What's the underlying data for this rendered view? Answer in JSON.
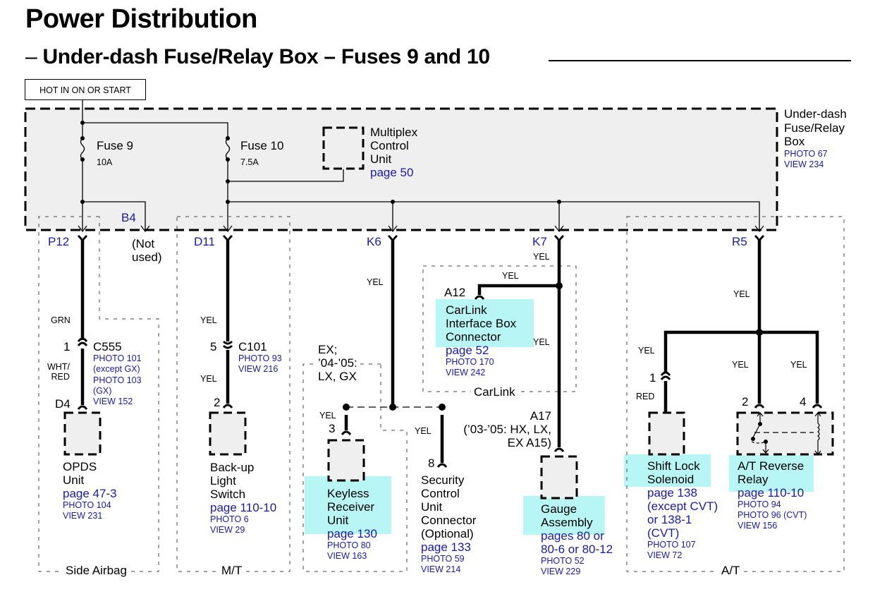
{
  "header": {
    "title": "Power Distribution",
    "subtitle_prefix": "–",
    "subtitle": "Under-dash Fuse/Relay Box – Fuses 9 and 10",
    "hot_label": "HOT IN ON OR START"
  },
  "fuse_box": {
    "name_lines": [
      "Under-dash",
      "Fuse/Relay",
      "Box"
    ],
    "photo": "PHOTO 67",
    "view": "VIEW 234",
    "fuses": [
      {
        "name": "Fuse 9",
        "rating": "10A",
        "highlight": false
      },
      {
        "name": "Fuse 10",
        "rating": "7.5A",
        "highlight": true,
        "highlight_color": "#f0ea3c"
      }
    ],
    "multiplex": {
      "lines": [
        "Multiplex",
        "Control",
        "Unit"
      ],
      "page": "page 50"
    }
  },
  "terminals": {
    "p12": "P12",
    "b4": "B4",
    "d11": "D11",
    "k6": "K6",
    "k7": "K7",
    "r5": "R5",
    "not_used": [
      "(Not",
      "used)"
    ]
  },
  "groups": {
    "side_airbag": "Side Airbag",
    "mt": "M/T",
    "carlink": "CarLink",
    "at": "A/T",
    "ex_option": [
      "EX;",
      "’04-’05:",
      "LX, GX"
    ]
  },
  "wire_colors": {
    "grn": "GRN",
    "wht_red": [
      "WHT/",
      "RED"
    ],
    "yel": "YEL",
    "red": "RED"
  },
  "connectors": {
    "c555": {
      "name": "C555",
      "pin": "1",
      "refs": [
        "PHOTO 101",
        "(except GX)",
        "PHOTO 103",
        "(GX)",
        "VIEW 152"
      ]
    },
    "c101": {
      "name": "C101",
      "pin": "5",
      "refs": [
        "PHOTO 93",
        "VIEW 216"
      ]
    },
    "d4": "D4",
    "a12": "A12",
    "a17": [
      "A17",
      "(’03-’05: HX, LX,",
      "EX A15)"
    ]
  },
  "components": {
    "opds": {
      "lines": [
        "OPDS",
        "Unit"
      ],
      "page": "page 47-3",
      "refs": [
        "PHOTO 104",
        "VIEW 231"
      ]
    },
    "backup": {
      "pin": "2",
      "lines": [
        "Back-up",
        "Light",
        "Switch"
      ],
      "page": "page 110-10",
      "refs": [
        "PHOTO 6",
        "VIEW 29"
      ]
    },
    "keyless": {
      "pin": "3",
      "lines": [
        "Keyless",
        "Receiver",
        "Unit"
      ],
      "page": "page 130",
      "refs": [
        "PHOTO 80",
        "VIEW 163"
      ],
      "highlight": true
    },
    "security": {
      "pin": "8",
      "lines": [
        "Security",
        "Control",
        "Unit",
        "Connector",
        "(Optional)"
      ],
      "page": "page 133",
      "refs": [
        "PHOTO 59",
        "VIEW 214"
      ]
    },
    "carlink": {
      "lines": [
        "CarLink",
        "Interface Box",
        "Connector"
      ],
      "page": "page 52",
      "refs": [
        "PHOTO 170",
        "VIEW 242"
      ],
      "highlight": true
    },
    "gauge": {
      "lines": [
        "Gauge",
        "Assembly"
      ],
      "page_lines": [
        "pages 80 or",
        "80-6 or 80-12"
      ],
      "refs": [
        "PHOTO 52",
        "VIEW 229"
      ],
      "highlight": true
    },
    "shift_lock": {
      "pin": "1",
      "lines": [
        "Shift Lock",
        "Solenoid"
      ],
      "page_lines": [
        "page 138",
        "(except CVT)",
        "or 138-1",
        "(CVT)"
      ],
      "refs": [
        "PHOTO 107",
        "VIEW 72"
      ],
      "highlight": true
    },
    "at_relay": {
      "pins": [
        "2",
        "4"
      ],
      "lines": [
        "A/T Reverse",
        "Relay"
      ],
      "page": "page 110-10",
      "refs": [
        "PHOTO 94",
        "PHOTO 96 (CVT)",
        "VIEW 156"
      ],
      "highlight": true
    }
  },
  "colors": {
    "highlight_cyan": "#b8f6f6",
    "highlight_yellow": "#f0ea3c",
    "reference_blue": "#1a1aaa",
    "box_fill": "#efefef"
  }
}
